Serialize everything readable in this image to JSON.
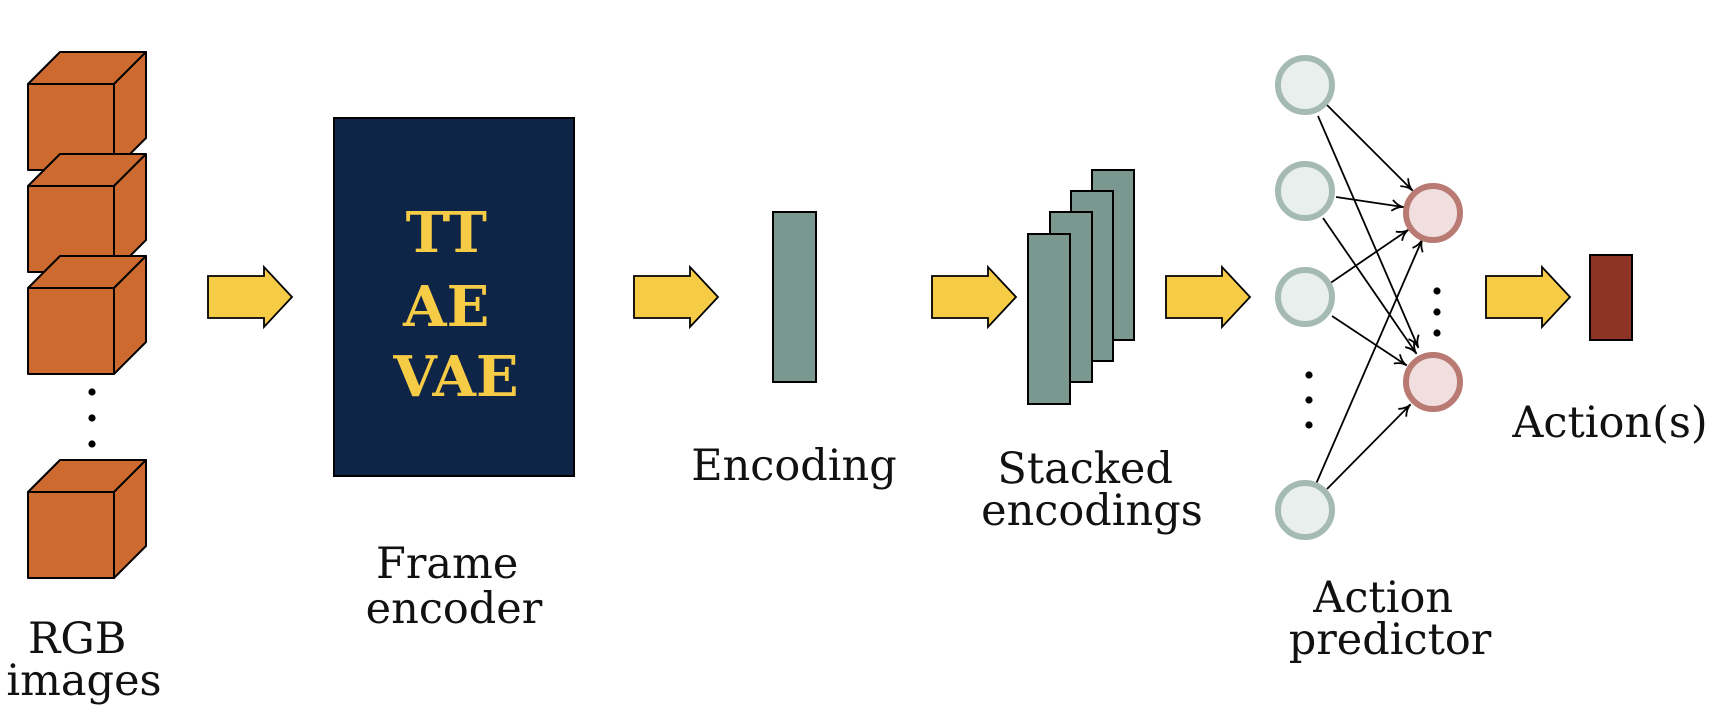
{
  "labels": {
    "rgb_images": [
      "RGB",
      "images"
    ],
    "frame_encoder": [
      "Frame",
      "encoder"
    ],
    "encoding": "Encoding",
    "stacked_encodings": [
      "Stacked",
      "encodings"
    ],
    "action_predictor": [
      "Action",
      "predictor"
    ],
    "actions": "Action(s)"
  },
  "frame_encoder_variants": [
    "TT",
    "AE",
    "VAE"
  ],
  "colors": {
    "cube_face": "#cc6a30",
    "arrow_fill": "#f6cb45",
    "encoder_bg": "#0e2547",
    "encoder_text": "#f6cb45",
    "encoding_bar": "#7a9890",
    "input_node_fill": "#e9efec",
    "input_node_stroke": "#a5bab3",
    "output_node_fill": "#f1dfe0",
    "output_node_stroke": "#b87a72",
    "action_bar": "#8d3427"
  },
  "icons": {
    "cube": "cube-icon",
    "arrow": "right-arrow-icon",
    "ellipsis": "vertical-ellipsis-icon"
  }
}
